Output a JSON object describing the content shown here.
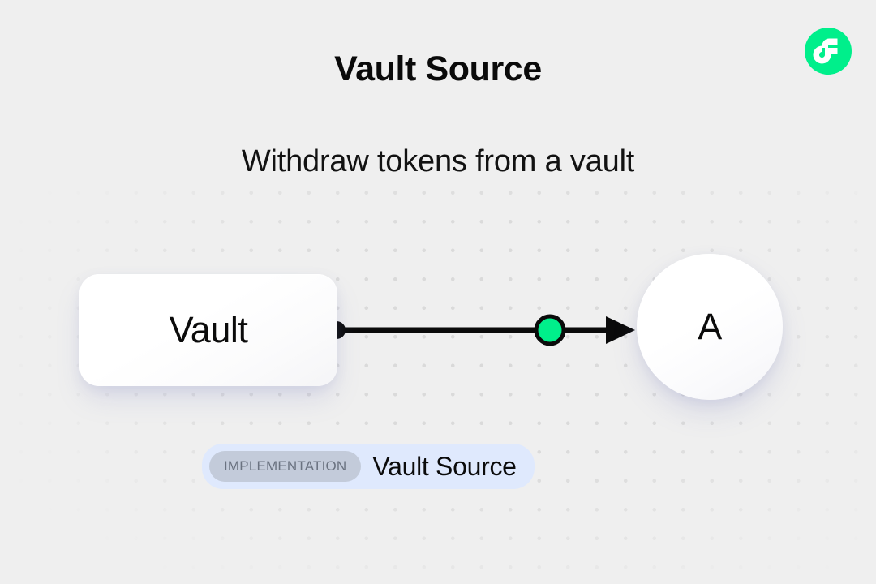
{
  "header": {
    "title": "Vault Source",
    "subtitle": "Withdraw tokens from a vault",
    "logo_icon": "flow-logo-icon"
  },
  "colors": {
    "background": "#efefef",
    "dot_grid": "#d9d9d9",
    "brand_green": "#00ef8b",
    "edge": "#0a0a0a",
    "node_surface": "#ffffff",
    "badge_pill": "#dfe9fd",
    "badge_chip": "#c3cbda",
    "badge_chip_text": "#6a7280",
    "text_primary": "#0a0a0a"
  },
  "diagram": {
    "nodes": [
      {
        "id": "vault",
        "label": "Vault",
        "shape": "rounded-rect"
      },
      {
        "id": "a",
        "label": "A",
        "shape": "circle"
      }
    ],
    "edges": [
      {
        "id": "vault-to-a",
        "from": "vault",
        "to": "a",
        "source_handle_icon": "source-handle-dot",
        "midpoint_icon": "edge-midpoint-node",
        "arrow_icon": "arrow-head-icon"
      }
    ]
  },
  "badge": {
    "chip_label": "IMPLEMENTATION",
    "name": "Vault Source"
  }
}
